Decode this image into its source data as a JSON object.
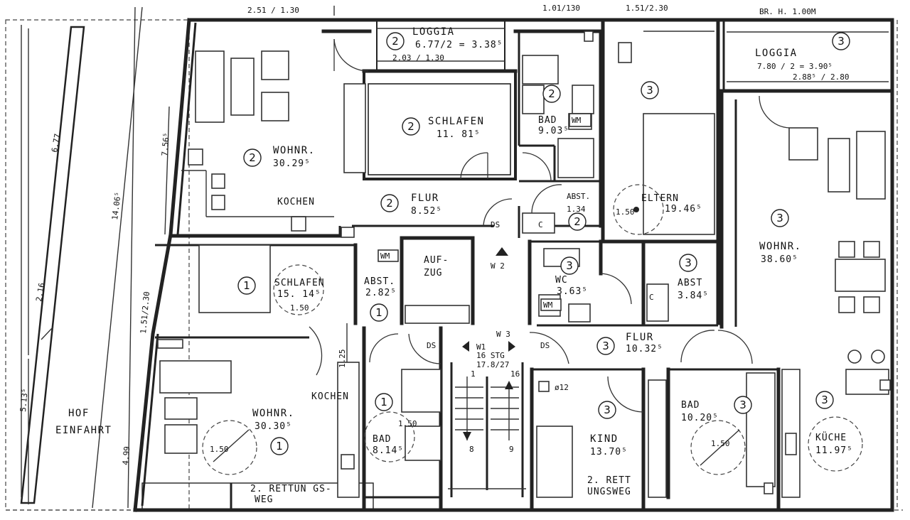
{
  "top_dims": {
    "d1": "2.51 / 1.30",
    "d2": "1.01/130",
    "d3": "1.51/2.30",
    "d4": "BR. H. 1.00M"
  },
  "side_dims": {
    "v1": "6.77",
    "v2": "7.56⁵",
    "v3": "14.06⁵",
    "v4": "2.16",
    "v5": "1.51/2.30",
    "v6": "5.13⁵",
    "v7": "4.99",
    "v8": "1.25"
  },
  "rooms": [
    {
      "id": "r2-loggia",
      "num": "2",
      "name": "LOGGIA",
      "area": "6.77/2 = 3.38⁵",
      "extra": "2.03 / 1.30"
    },
    {
      "id": "r2-schlafen",
      "num": "2",
      "name": "SCHLAFEN",
      "area": "11. 81⁵"
    },
    {
      "id": "r2-bad",
      "num": "2",
      "name": "BAD",
      "area": "9.03⁵"
    },
    {
      "id": "r2-wohnr",
      "num": "2",
      "name": "WOHNR.",
      "area": "30.29⁵"
    },
    {
      "id": "r2-kochen",
      "name": "KOCHEN"
    },
    {
      "id": "r2-flur",
      "num": "2",
      "name": "FLUR",
      "area": "8.52⁵"
    },
    {
      "id": "r2-abst",
      "num": "2",
      "name": "ABST.",
      "area": "1.34"
    },
    {
      "id": "r3-top",
      "num": "3"
    },
    {
      "id": "r3-eltern",
      "name": "ELTERN",
      "area": "19.46⁵",
      "circle": "1.50"
    },
    {
      "id": "r3-loggia",
      "num": "3",
      "name": "LOGGIA",
      "area": "7.80 / 2 = 3.90⁵",
      "extra": "2.88⁵ / 2.80"
    },
    {
      "id": "r3-wohnr",
      "num": "3",
      "name": "WOHNR.",
      "area": "38.60⁵"
    },
    {
      "id": "r1-schlafen",
      "num": "1",
      "name": "SCHLAFEN",
      "area": "15. 14⁵",
      "circle": "1.50"
    },
    {
      "id": "r1-abst",
      "num": "1",
      "name": "ABST.",
      "area": "2.82⁵"
    },
    {
      "id": "aufzug",
      "name": "AUF-",
      "name2": "ZUG"
    },
    {
      "id": "r3-wc",
      "num": "3",
      "name": "WC",
      "area": "3.63⁵"
    },
    {
      "id": "r3-abst",
      "num": "3",
      "name": "ABST",
      "area": "3.84⁵"
    },
    {
      "id": "r3-flur",
      "num": "3",
      "name": "FLUR",
      "area": "10.32⁵"
    },
    {
      "id": "r1-wohnr",
      "num": "1",
      "name": "WOHNR.",
      "area": "30.30⁵",
      "circle": "1.50"
    },
    {
      "id": "r1-kochen",
      "name": "KOCHEN"
    },
    {
      "id": "r1-bad",
      "num": "1",
      "name": "BAD",
      "area": "8.14⁵",
      "circle": "1.50"
    },
    {
      "id": "r3-kind",
      "num": "3",
      "name": "KIND",
      "area": "13.70⁵",
      "note": "ø12"
    },
    {
      "id": "r3-bad",
      "num": "3",
      "name": "BAD",
      "area": "10.20⁵",
      "circle": "1.50"
    },
    {
      "id": "r3-kueche",
      "num": "3",
      "name": "KÜCHE",
      "area": "11.97⁵"
    }
  ],
  "stair": {
    "w1": "W1",
    "steps": "16 STG",
    "ratio": "17.8/27",
    "w2": "W 2",
    "w3": "W 3",
    "s1": "1",
    "s16": "16",
    "s8": "8",
    "s9": "9"
  },
  "labels": {
    "ds": "DS",
    "wm": "WM",
    "c": "C",
    "hof": "HOF",
    "einfahrt": "EINFAHRT",
    "rett1a": "2. RETTUN GS-",
    "rett1b": "WEG",
    "rett2a": "2. RETT",
    "rett2b": "UNGSWEG"
  }
}
